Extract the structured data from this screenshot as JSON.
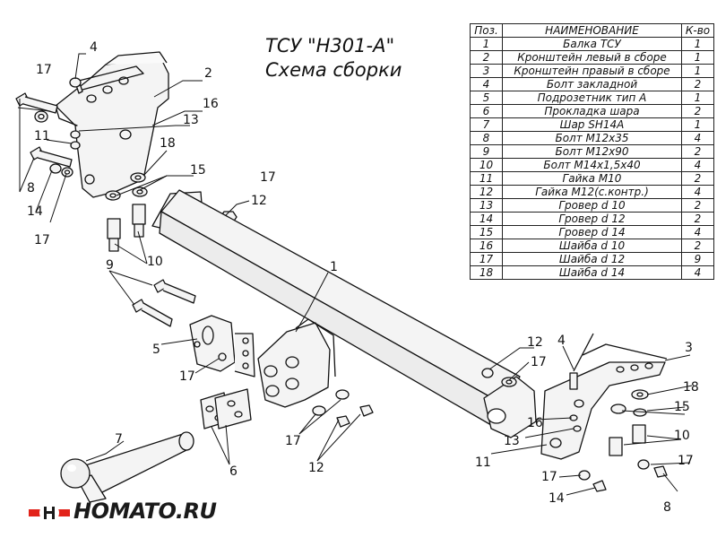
{
  "title": {
    "line1": "ТСУ \"H301-A\"",
    "line2": "Схема сборки"
  },
  "parts_table": {
    "headers": {
      "pos": "Поз.",
      "name": "НАИМЕНОВАНИЕ",
      "qty": "К-во"
    },
    "rows": [
      {
        "pos": "1",
        "name": "Балка ТСУ",
        "qty": "1"
      },
      {
        "pos": "2",
        "name": "Кронштейн левый в сборе",
        "qty": "1"
      },
      {
        "pos": "3",
        "name": "Кронштейн правый в сборе",
        "qty": "1"
      },
      {
        "pos": "4",
        "name": "Болт закладной",
        "qty": "2"
      },
      {
        "pos": "5",
        "name": "Подрозетник тип А",
        "qty": "1"
      },
      {
        "pos": "6",
        "name": "Прокладка шара",
        "qty": "2"
      },
      {
        "pos": "7",
        "name": "Шар SH14A",
        "qty": "1"
      },
      {
        "pos": "8",
        "name": "Болт М12х35",
        "qty": "4"
      },
      {
        "pos": "9",
        "name": "Болт М12х90",
        "qty": "2"
      },
      {
        "pos": "10",
        "name": "Болт М14х1,5х40",
        "qty": "4"
      },
      {
        "pos": "11",
        "name": "Гайка М10",
        "qty": "2"
      },
      {
        "pos": "12",
        "name": "Гайка М12(с.контр.)",
        "qty": "4"
      },
      {
        "pos": "13",
        "name": "Гровер d 10",
        "qty": "2"
      },
      {
        "pos": "14",
        "name": "Гровер d 12",
        "qty": "2"
      },
      {
        "pos": "15",
        "name": "Гровер d 14",
        "qty": "4"
      },
      {
        "pos": "16",
        "name": "Шайба d 10",
        "qty": "2"
      },
      {
        "pos": "17",
        "name": "Шайба d 12",
        "qty": "9"
      },
      {
        "pos": "18",
        "name": "Шайба d 14",
        "qty": "4"
      }
    ]
  },
  "callouts": {
    "c1": "1",
    "c2": "2",
    "c3": "3",
    "c4a": "4",
    "c4b": "4",
    "c5": "5",
    "c6": "6",
    "c7": "7",
    "c8a": "8",
    "c8b": "8",
    "c9": "9",
    "c10a": "10",
    "c10b": "10",
    "c11a": "11",
    "c11b": "11",
    "c12a": "12",
    "c12b": "12",
    "c12c": "12",
    "c13a": "13",
    "c13b": "13",
    "c14a": "14",
    "c14b": "14",
    "c15a": "15",
    "c15b": "15",
    "c16a": "16",
    "c16b": "16",
    "c17a": "17",
    "c17b": "17",
    "c17c": "17",
    "c17d": "17",
    "c17e": "17",
    "c17f": "17",
    "c17g": "17",
    "c17h": "17",
    "c18a": "18",
    "c18b": "18"
  },
  "logo": {
    "text": "HOMATO.RU",
    "color_primary": "#e2231a",
    "color_dark": "#1a1a1a"
  }
}
